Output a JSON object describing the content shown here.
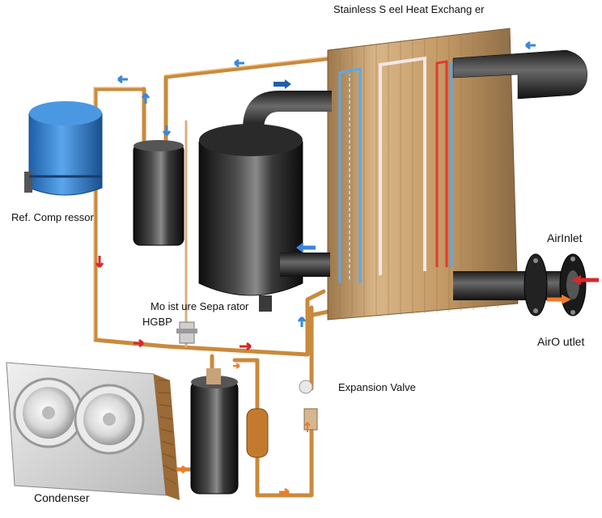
{
  "labels": {
    "heat_exchanger": "Stainless S eel Heat Exchang er",
    "compressor": "Ref. Comp ressor",
    "moisture_separator": "Mo ist ure Sepa rator",
    "hgbp": "HGBP",
    "air_inlet": "AirInlet",
    "air_outlet": "AirO utlet",
    "expansion_valve": "Expansion Valve",
    "condenser": "Condenser"
  },
  "colors": {
    "pipe_copper": "#c98a3c",
    "pipe_copper_light": "#e6b676",
    "plate_bronze": "#c6a06a",
    "compressor_blue": "#2f7fd0",
    "tank_black": "#1c1c1c",
    "arrow_blue": "#3a86d8",
    "arrow_red": "#d8282a",
    "arrow_orange": "#ef7a2a",
    "coil_blue": "#5aa8e8",
    "coil_red": "#e03a30",
    "condenser_grey": "#d9d9d9"
  }
}
